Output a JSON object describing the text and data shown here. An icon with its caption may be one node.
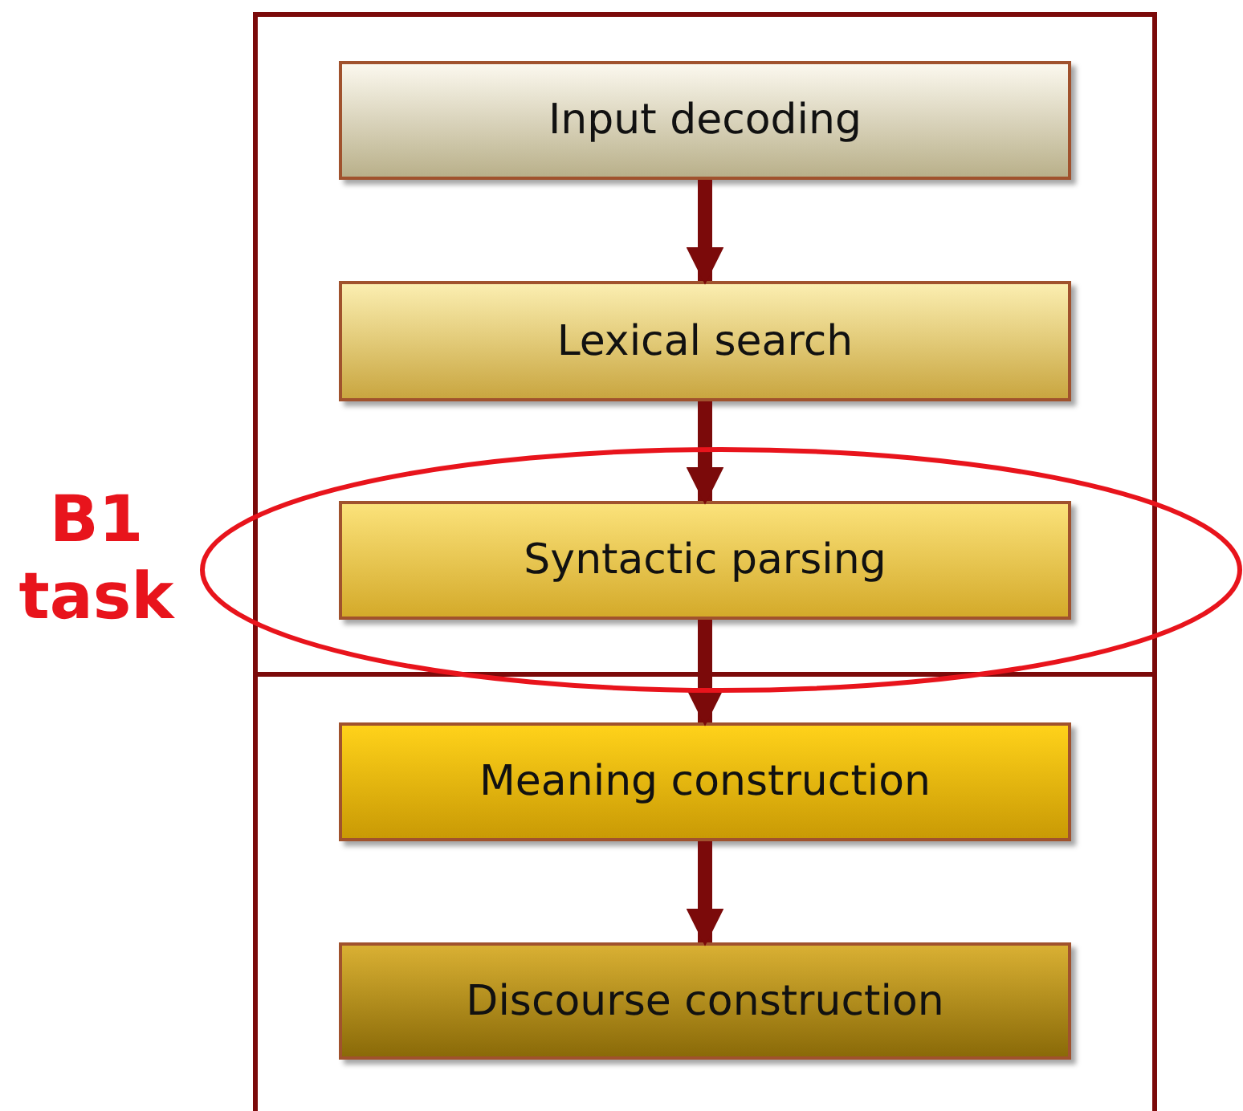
{
  "diagram": {
    "nodes": [
      {
        "text": [
          "Input decoding"
        ]
      },
      {
        "text": [
          "Lexical search"
        ]
      },
      {
        "text": [
          "Syntactic parsing"
        ]
      },
      {
        "text": [
          "Meaning construction"
        ]
      },
      {
        "text": [
          "Discourse construction"
        ]
      }
    ],
    "edges": [
      {
        "from": 0,
        "to": 1,
        "arrow": "to"
      },
      {
        "from": 1,
        "to": 2,
        "arrow": "to"
      },
      {
        "from": 2,
        "to": 3,
        "arrow": "to"
      },
      {
        "from": 3,
        "to": 4,
        "arrow": "to"
      }
    ],
    "labels": [
      "B1 task"
    ]
  }
}
